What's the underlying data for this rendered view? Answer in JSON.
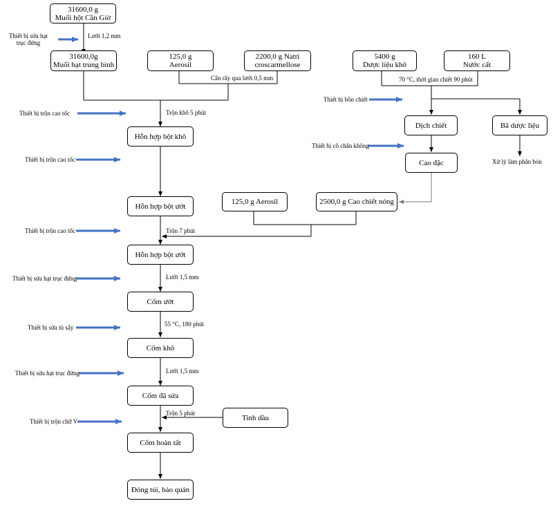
{
  "boxes": {
    "muoi_hot": {
      "line1": "31600,0 g",
      "line2": "Muối hột Cần Giờ"
    },
    "muoi_hat": {
      "line1": "31600,0g",
      "line2": "Muối hạt trung bình"
    },
    "aerosil_1": {
      "line1": "125,0 g",
      "line2": "Aerosil"
    },
    "natri": {
      "line1": "2200,0 g Natri",
      "line2": "croscarmellose"
    },
    "duoc_lieu": {
      "line1": "5400 g",
      "line2": "Dược liệu khô"
    },
    "nuoc_cat": {
      "line1": "160 L",
      "line2": "Nước cất"
    },
    "dich_chiet": "Dịch chiết",
    "ba_duoc_lieu": "Bã dược liệu",
    "cao_dac": "Cao đặc",
    "hon_hop_bot_kho": "Hỗn hợp bột khô",
    "aerosil_2": "125,0 g Aerosil",
    "cao_chiet_nong": "2500,0 g Cao chiết nóng",
    "hon_hop_bot_uot_1": "Hỗn hợp bột ướt",
    "hon_hop_bot_uot_2": "Hỗn hợp bột ướt",
    "com_uot": "Cốm ướt",
    "com_kho": "Cốm khô",
    "com_da_sua": "Cốm đã sửa",
    "tinh_dau": "Tinh dầu",
    "com_hoan_tat": "Cốm hoàn tất",
    "dong_tui": "Đóng túi, bảo quản"
  },
  "labels": {
    "luoi_12": "Lưới 1,2 mm",
    "can_ray": "Cân rây qua lưới 0,5 mm",
    "chiet": "70 °C, thời gian chiết 90 phút",
    "tron_kho": "Trộn khô 5 phút",
    "xu_ly": "Xử lý làm phân bón",
    "tron_7": "Trộn 7 phút",
    "luoi_15a": "Lưới 1,5 mm",
    "say": "55 °C, 180 phút",
    "luoi_15b": "Lưới 1,5 mm",
    "tron_5": "Trộn 5 phút"
  },
  "equipment": {
    "sua_hat_truc_dung_1": {
      "line1": "Thiết bị sửa hạt",
      "line2": "trục đứng"
    },
    "tron_cao_toc_1": "Thiết bị trộn cao tốc",
    "tron_cao_toc_2": "Thiết bị trộn cao tốc",
    "tron_cao_toc_3": "Thiết bị trộn cao tốc",
    "sua_hat_truc_dung_2": "Thiết bị sửa hạt trục đứng",
    "tu_say": "Thiết bị sửa tủ sấy",
    "sua_hat_truc_dung_3": "Thiết bị sửa hạt trục đứng",
    "tron_chu_v": "Thiết bị trộn chữ V",
    "bon_chiet": "Thiết bị bồn chiết",
    "co_chan_khong": "Thiết bị cô chân không"
  },
  "colors": {
    "arrow_blue": "#4472C4",
    "line": "#000000",
    "cao_line": "#777777"
  }
}
